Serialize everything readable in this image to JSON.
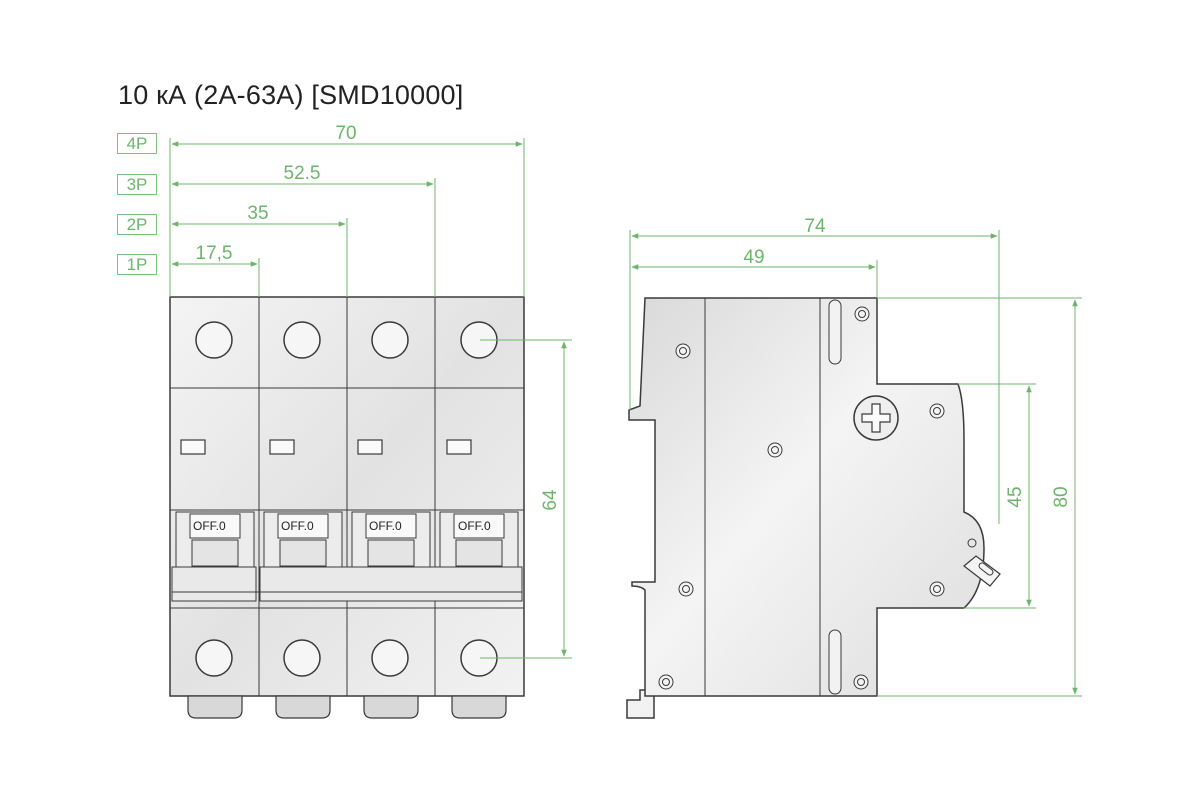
{
  "title": "10 кА (2А-63А) [SMD10000]",
  "pole_tags": [
    "4P",
    "3P",
    "2P",
    "1P"
  ],
  "front_view": {
    "widths": [
      "70",
      "52.5",
      "35",
      "17,5"
    ],
    "height_handle": "64",
    "switch_labels": [
      "OFF.0",
      "OFF.0",
      "OFF.0",
      "OFF.0"
    ]
  },
  "side_view": {
    "depths": [
      "74",
      "49"
    ],
    "heights": [
      "45",
      "80"
    ]
  },
  "colors": {
    "dimension": "#6db56b",
    "outline": "#3a3a3a",
    "body": "#e6e6e6"
  }
}
